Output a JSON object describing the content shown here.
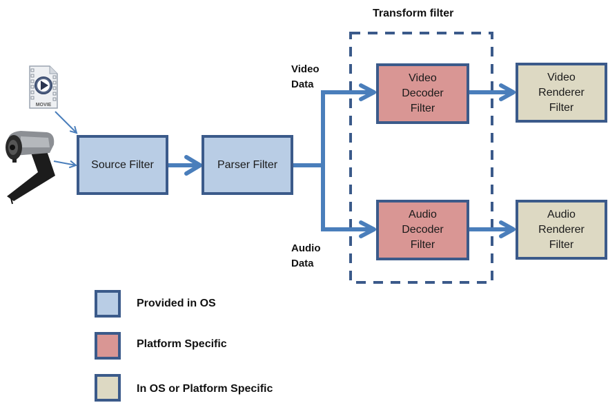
{
  "diagram": {
    "title": "Transform filter",
    "nodes": {
      "source": {
        "label": "Source Filter",
        "category": "provided_in_os"
      },
      "parser": {
        "label": "Parser Filter",
        "category": "provided_in_os"
      },
      "video_decoder": {
        "lines": [
          "Video",
          "Decoder",
          "Filter"
        ],
        "category": "platform_specific"
      },
      "audio_decoder": {
        "lines": [
          "Audio",
          "Decoder",
          "Filter"
        ],
        "category": "platform_specific"
      },
      "video_renderer": {
        "lines": [
          "Video",
          "Renderer",
          "Filter"
        ],
        "category": "os_or_platform"
      },
      "audio_renderer": {
        "lines": [
          "Audio",
          "Renderer",
          "Filter"
        ],
        "category": "os_or_platform"
      }
    },
    "inputs": {
      "movie_file": {
        "icon": "movie-file-icon",
        "caption": "MOVIE"
      },
      "webcam": {
        "icon": "webcam-icon"
      }
    },
    "edge_labels": {
      "video": [
        "Video",
        "Data"
      ],
      "audio": [
        "Audio",
        "Data"
      ]
    },
    "edges": [
      [
        "movie_file",
        "source"
      ],
      [
        "webcam",
        "source"
      ],
      [
        "source",
        "parser"
      ],
      [
        "parser",
        "video_decoder"
      ],
      [
        "parser",
        "audio_decoder"
      ],
      [
        "video_decoder",
        "video_renderer"
      ],
      [
        "audio_decoder",
        "audio_renderer"
      ]
    ],
    "legend": [
      {
        "label": "Provided in OS",
        "color": "#b9cde5"
      },
      {
        "label": "Platform Specific",
        "color": "#d99694"
      },
      {
        "label": "In OS or Platform Specific",
        "color": "#ddd9c3"
      }
    ],
    "colors": {
      "border": "#3b5a8a",
      "arrow": "#4a7ebb",
      "provided_in_os": "#b9cde5",
      "platform_specific": "#d99694",
      "os_or_platform": "#ddd9c3"
    }
  }
}
